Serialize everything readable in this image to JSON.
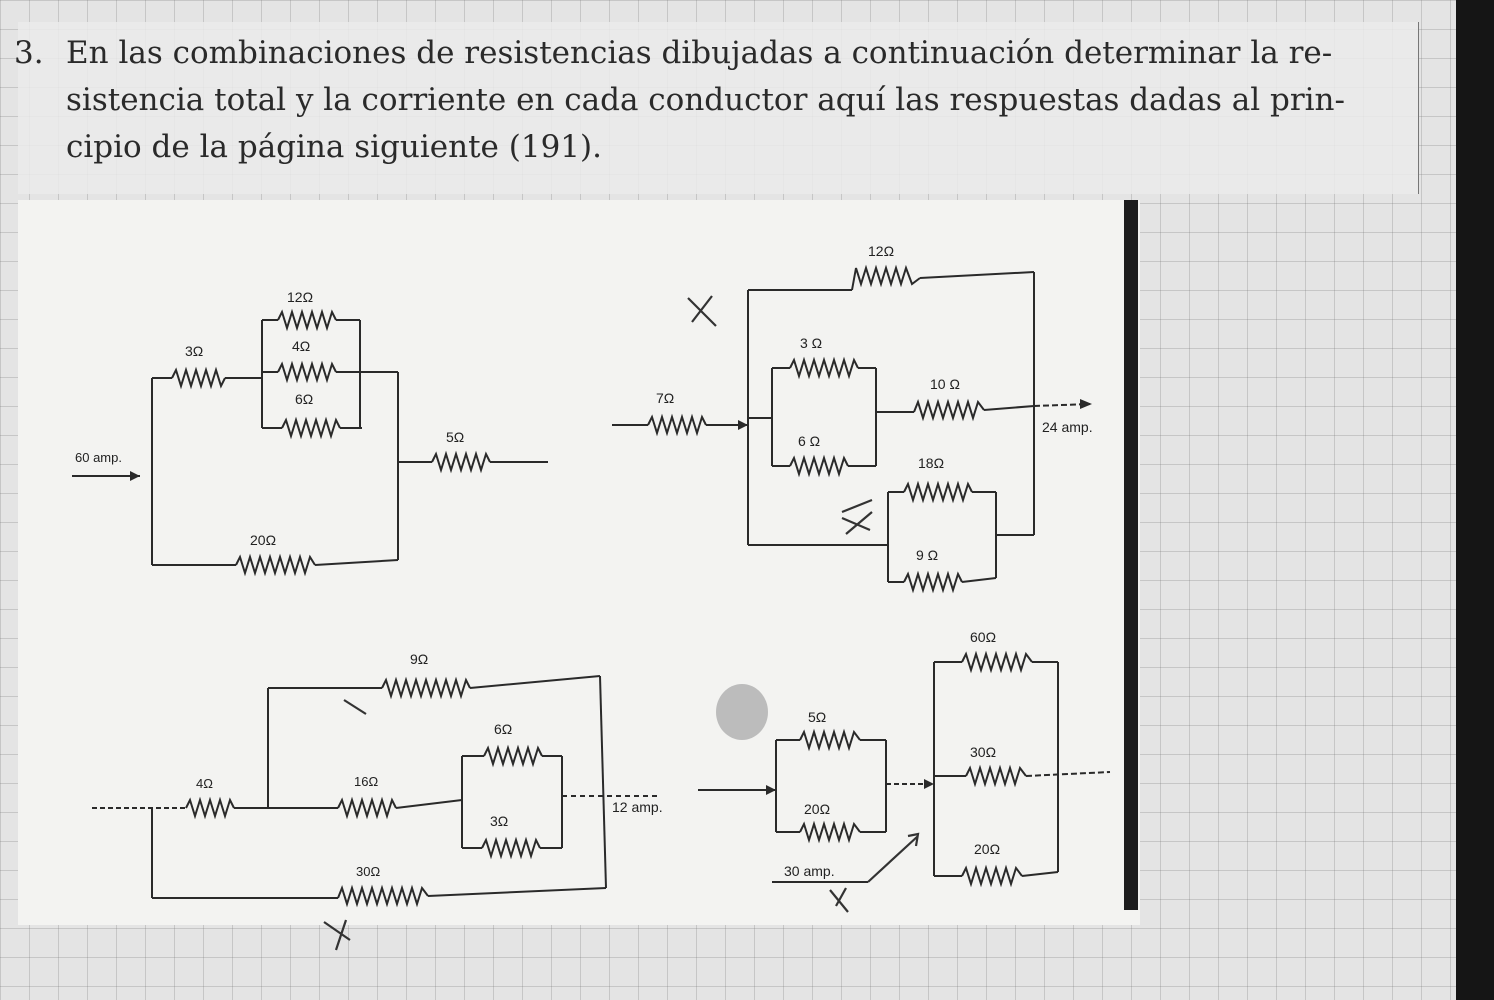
{
  "problem": {
    "number": "3.",
    "lines": [
      "En las combinaciones de resistencias dibujadas a continuación determinar la re-",
      "sistencia total y la corriente en cada conductor aquí las respuestas dadas al prin-",
      "cipio de la página siguiente (191)."
    ]
  },
  "circuit_a": {
    "r_3": "3Ω",
    "r_12": "12Ω",
    "r_4": "4Ω",
    "r_6": "6Ω",
    "r_5": "5Ω",
    "r_20": "20Ω",
    "current": "60 amp."
  },
  "circuit_b": {
    "r_12": "12Ω",
    "r_3": "3 Ω",
    "r_7": "7Ω",
    "r_6": "6 Ω",
    "r_10": "10 Ω",
    "r_18": "18Ω",
    "r_9": "9 Ω",
    "current": "24 amp."
  },
  "circuit_c": {
    "r_9": "9Ω",
    "r_6": "6Ω",
    "r_4": "4Ω",
    "r_16": "16Ω",
    "r_3": "3Ω",
    "r_30": "30Ω",
    "current": "12 amp."
  },
  "circuit_d": {
    "r_60": "60Ω",
    "r_5": "5Ω",
    "r_30": "30Ω",
    "r_20a": "20Ω",
    "r_20b": "20Ω",
    "current": "30 amp."
  }
}
